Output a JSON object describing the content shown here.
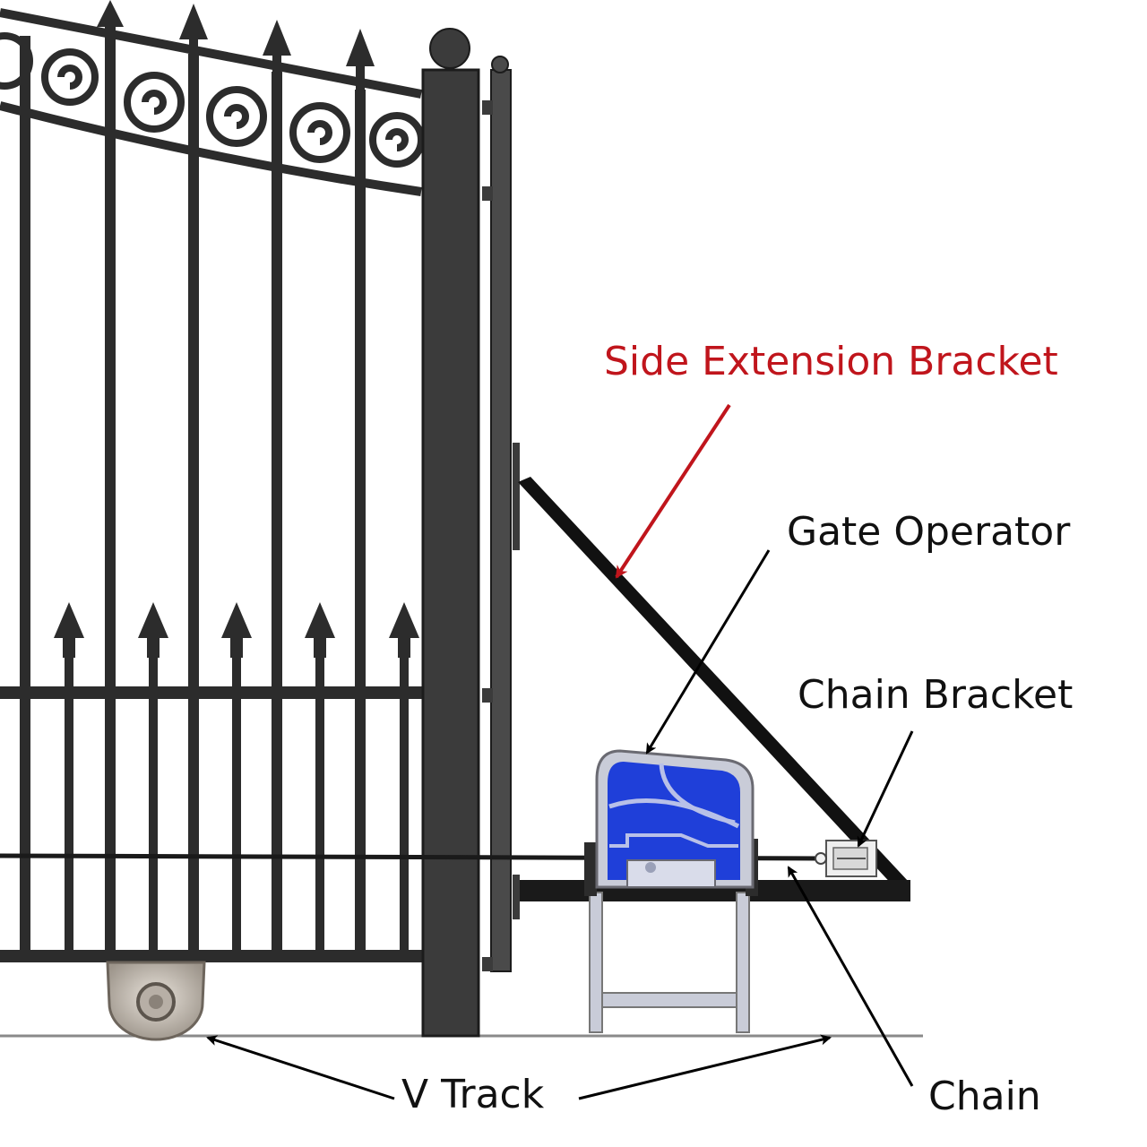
{
  "labels": {
    "side_extension_bracket": "Side Extension Bracket",
    "gate_operator": "Gate Operator",
    "chain_bracket": "Chain Bracket",
    "chain": "Chain",
    "v_track": "V Track"
  },
  "colors": {
    "background": "#ffffff",
    "ironwork": "#2c2c2c",
    "post": "#3b3b3b",
    "operator_body": "#1f3fd9",
    "operator_frame": "#c9ccd8",
    "accent_red": "#c0151c",
    "leader_black": "#000000"
  }
}
